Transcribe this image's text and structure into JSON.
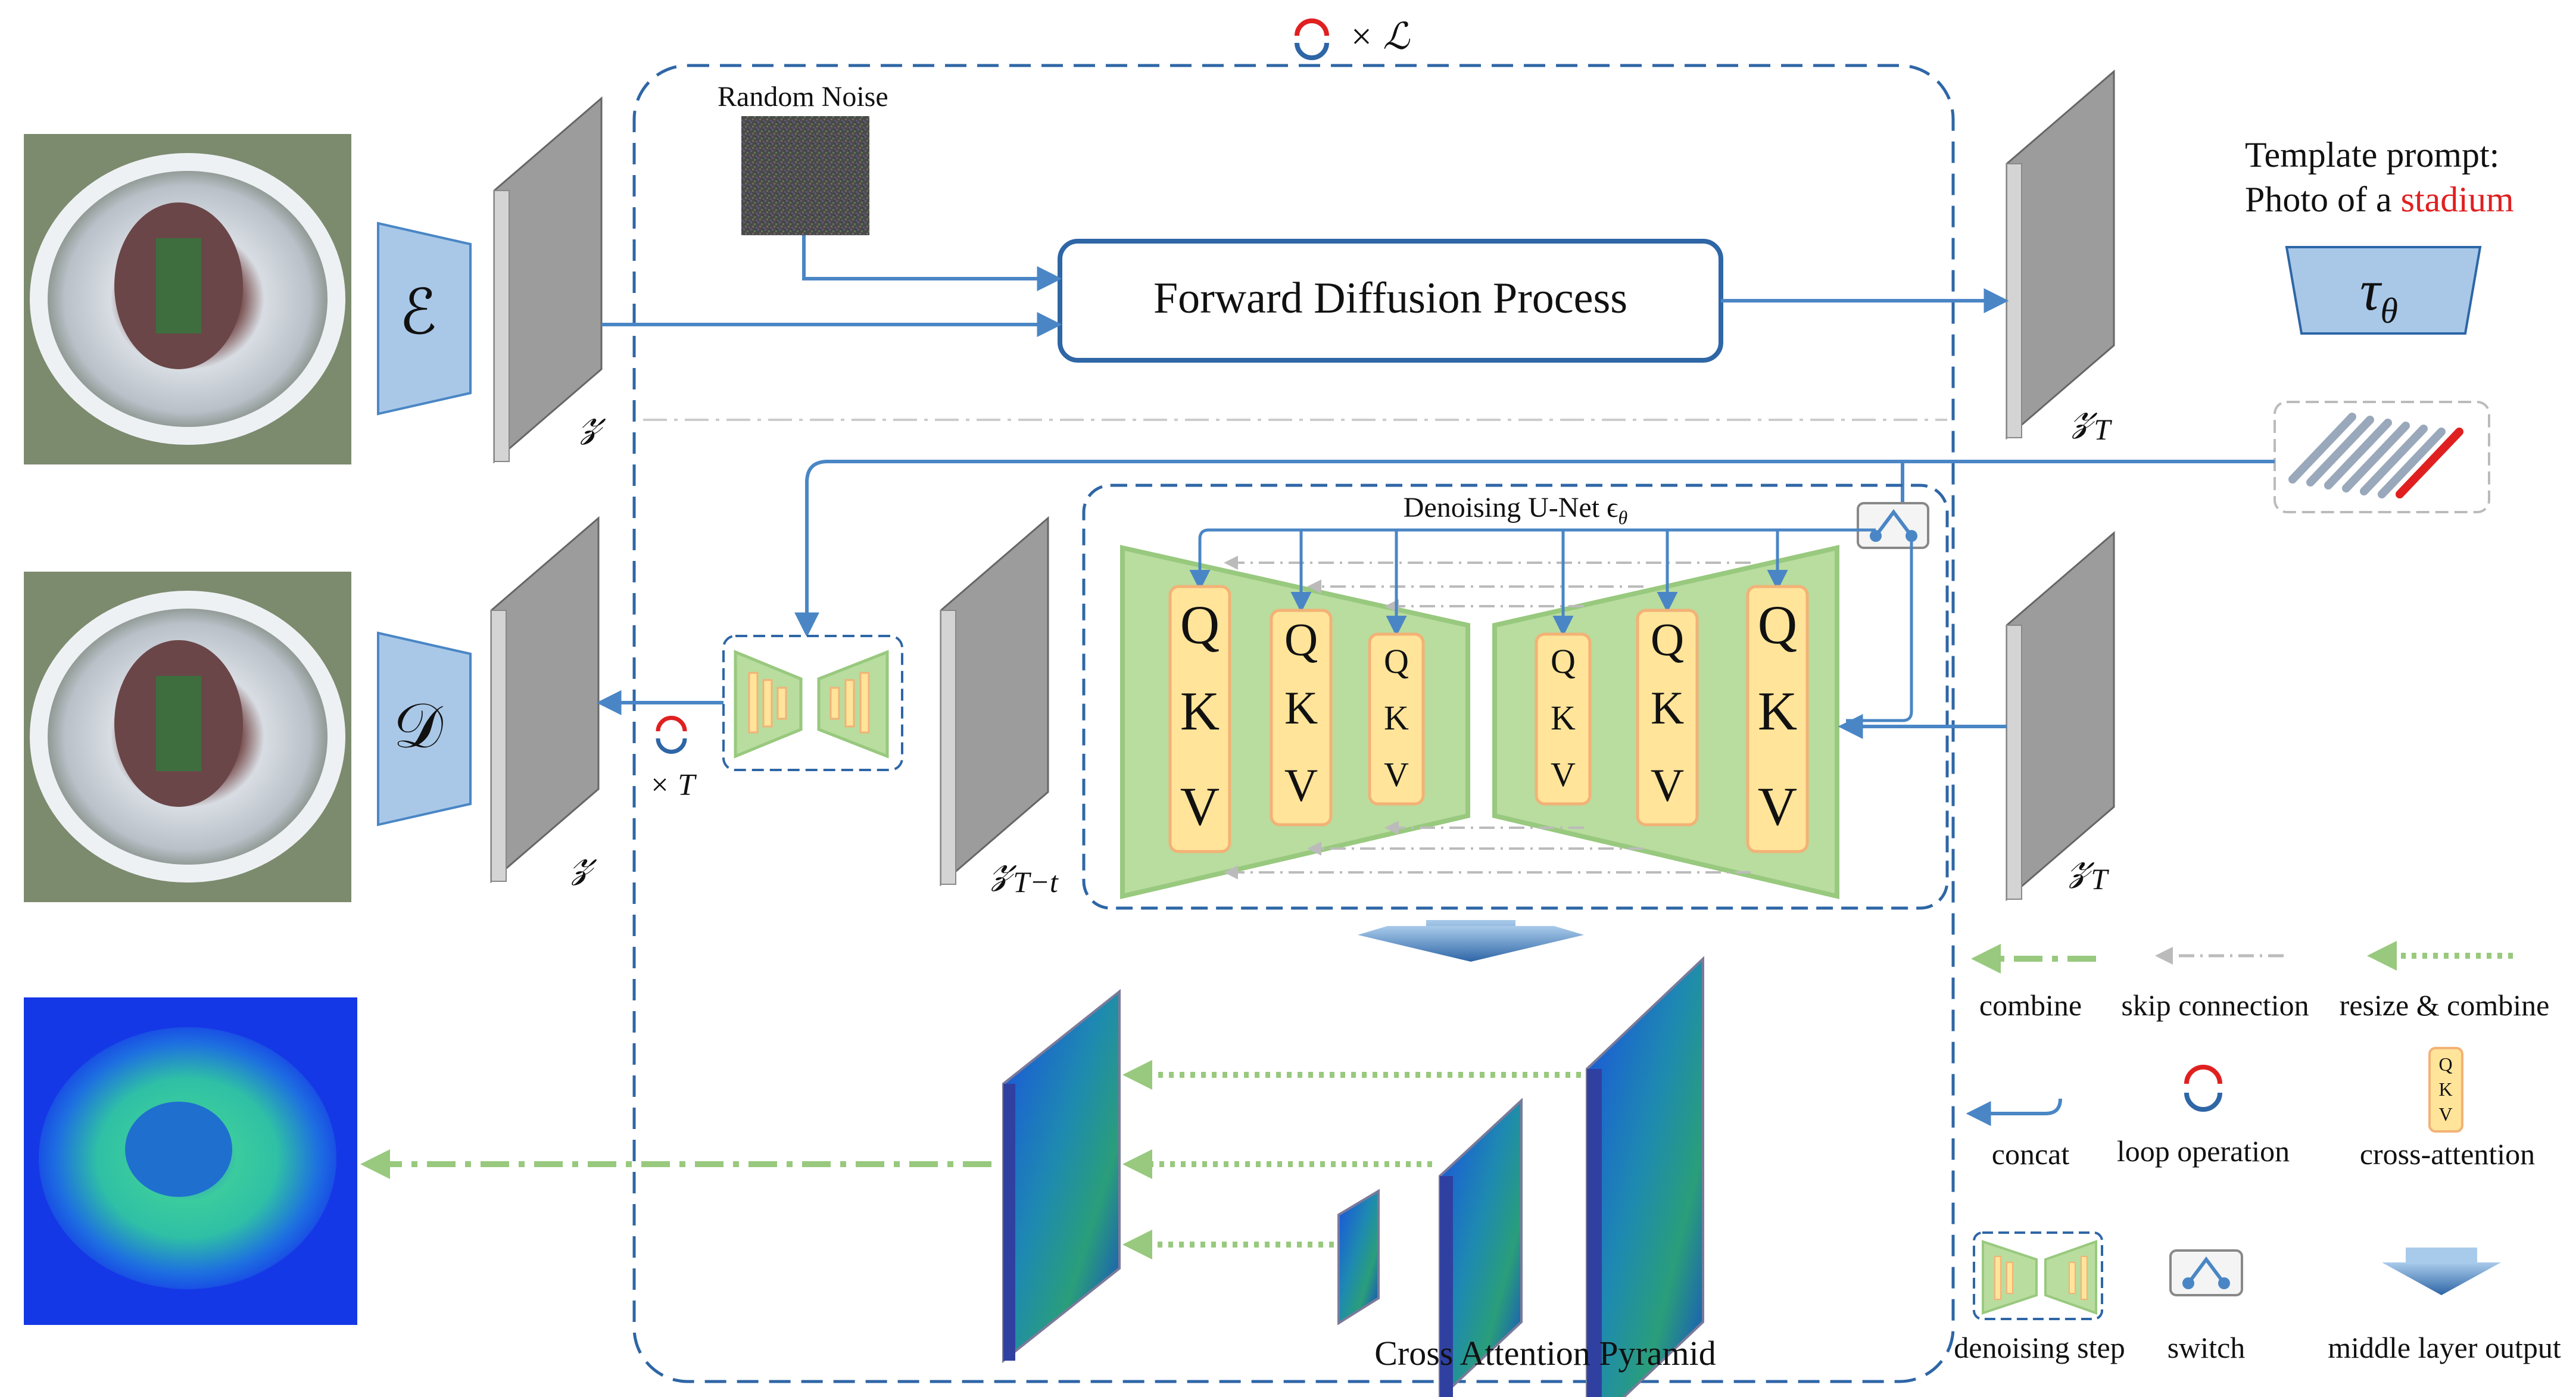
{
  "colors": {
    "blue": "#4A86C5",
    "dark_blue": "#2E66A6",
    "green": "#98C97E",
    "green_fill": "#B9DC9F",
    "orange": "#F3B276",
    "yellow": "#FFE49A",
    "gray": "#9A9A9A",
    "encoder_fill": "#A9C8E8",
    "red": "#E02020"
  },
  "loop_label": "× ℒ",
  "random_noise": "Random Noise",
  "forward_diffusion": "Forward Diffusion Process",
  "template_prompt": {
    "line1": "Template prompt:",
    "line2_prefix": "Photo of a ",
    "line2_word": "stadium"
  },
  "text_encoder": "τ",
  "text_encoder_sub": "θ",
  "encoder": "ℰ",
  "decoder": "𝒟",
  "latent_z": "𝓏",
  "latent_zT": "𝓏",
  "sub_T": "T",
  "sub_Tt": "T−t",
  "times_T": "× T",
  "unet_title": "Denoising U-Net ϵ",
  "unet_title_sub": "θ",
  "qkv": [
    "Q",
    "K",
    "V"
  ],
  "pyramid_label": "Cross Attention Pyramid",
  "legend": {
    "combine": "combine",
    "skip": "skip connection",
    "resize": "resize & combine",
    "concat": "concat",
    "loop": "loop operation",
    "cross": "cross-attention",
    "denoise": "denoising step",
    "switch": "switch",
    "middle": "middle layer output"
  }
}
